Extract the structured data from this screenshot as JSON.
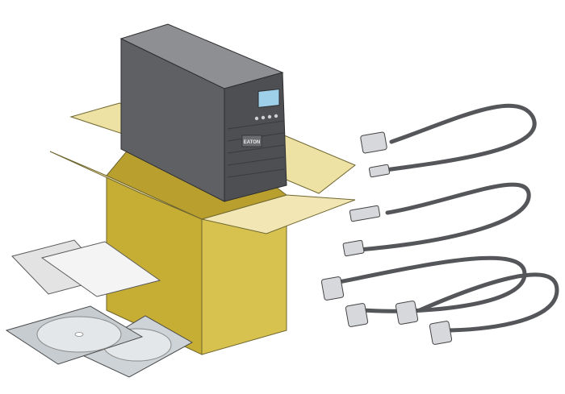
{
  "ups": {
    "brand": "EATON"
  },
  "colors": {
    "box_face": "#d7c24f",
    "box_dark": "#c6ad34",
    "box_flap": "#eee1a4",
    "ups_front": "#58595c",
    "ups_side": "#7a7b7e",
    "ups_top": "#9b9c9f",
    "lcd": "#9fd0ea",
    "cable": "#55565a",
    "paper": "#f1f1f1",
    "cd": "#d5d9dc"
  },
  "items": [
    "ups-unit",
    "cardboard-box",
    "serial-cable",
    "usb-cable",
    "power-cable",
    "power-cable",
    "documentation-sheets",
    "software-cds"
  ]
}
